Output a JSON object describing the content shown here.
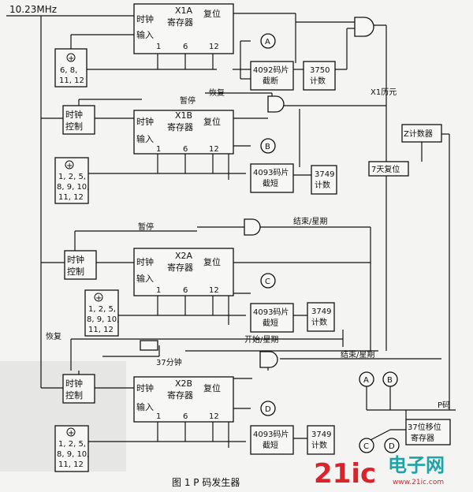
{
  "clock_label": "10.23MHz",
  "registers": [
    {
      "title": "X1A",
      "sub": "寄存器",
      "clock": "时钟",
      "input": "输入",
      "reset": "复位",
      "t1": "1",
      "t6": "6",
      "t12": "12"
    },
    {
      "title": "X1B",
      "sub": "寄存器",
      "clock": "时钟",
      "input": "输入",
      "reset": "复位",
      "t1": "1",
      "t6": "6",
      "t12": "12"
    },
    {
      "title": "X2A",
      "sub": "寄存器",
      "clock": "时钟",
      "input": "输入",
      "reset": "复位",
      "t1": "1",
      "t6": "6",
      "t12": "12"
    },
    {
      "title": "X2B",
      "sub": "寄存器",
      "clock": "时钟",
      "input": "输入",
      "reset": "复位",
      "t1": "1",
      "t6": "6",
      "t12": "12"
    }
  ],
  "xor_taps": [
    {
      "l1": "6, 8,",
      "l2": "11, 12"
    },
    {
      "l1": "1, 2, 5,",
      "l2": "8, 9, 10,",
      "l3": "11, 12"
    },
    {
      "l1": "1, 2, 5,",
      "l2": "8, 9, 10,",
      "l3": "11, 12"
    },
    {
      "l1": "1, 2, 5,",
      "l2": "8, 9, 10,",
      "l3": "11, 12"
    }
  ],
  "chip_truncate": [
    {
      "l1": "4092码片",
      "l2": "截断"
    },
    {
      "l1": "4093码片",
      "l2": "截短"
    },
    {
      "l1": "4093码片",
      "l2": "截短"
    },
    {
      "l1": "4093码片",
      "l2": "截短"
    }
  ],
  "counters": [
    {
      "l1": "3750",
      "l2": "计数"
    },
    {
      "l1": "3749",
      "l2": "计数"
    },
    {
      "l1": "3749",
      "l2": "计数"
    },
    {
      "l1": "3749",
      "l2": "计数"
    }
  ],
  "clock_ctrl": [
    {
      "l1": "时钟",
      "l2": "控制"
    },
    {
      "l1": "时钟",
      "l2": "控制"
    },
    {
      "l1": "时钟",
      "l2": "控制"
    }
  ],
  "nodes": {
    "a": "A",
    "b": "B",
    "c": "C",
    "d": "D"
  },
  "signals": {
    "pause1": "暂停",
    "resume1": "恢复",
    "x1_epoch": "X1历元",
    "pause2": "暂停",
    "end_week1": "结束/星期",
    "resume2": "恢复",
    "start_week": "开始/星期",
    "end_week2": "结束/星期",
    "min37": "37分钟",
    "p_code": "P码"
  },
  "z_counter": "Z计数器",
  "seven_day": "7天复位",
  "shift_reg": {
    "l1": "37位移位",
    "l2": "寄存器"
  },
  "caption": "图 1   P 码发生器",
  "watermark": {
    "part1": "21ic",
    "part2": "电子网",
    "sub": "www.21ic.com"
  },
  "colors": {
    "line": "#111111",
    "logo_red": "#d8242b",
    "logo_teal": "#1fa3a6"
  }
}
